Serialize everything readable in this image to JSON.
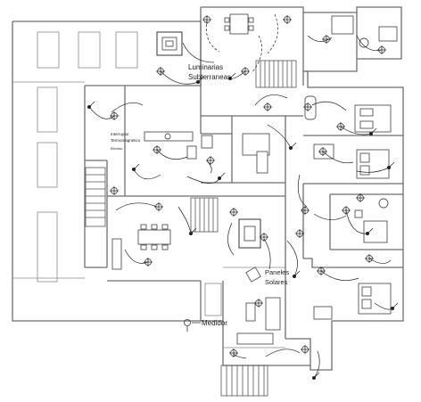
{
  "labels": {
    "luminarias": [
      "Luminarias",
      "Subterraneas"
    ],
    "interruptor": [
      "Interruptor",
      "Termomagnetico"
    ],
    "interruptor_small": "Electrico",
    "paneles": [
      "Paneles",
      "Solares"
    ],
    "medidor": "Medidor"
  },
  "icons": {
    "light_fixture": "crossed-circle-icon",
    "switch": "switch-icon",
    "outlet": "outlet-icon",
    "meter": "meter-icon"
  },
  "colors": {
    "walls": "#6e6e6e",
    "wiring": "#222222",
    "background": "#ffffff"
  }
}
